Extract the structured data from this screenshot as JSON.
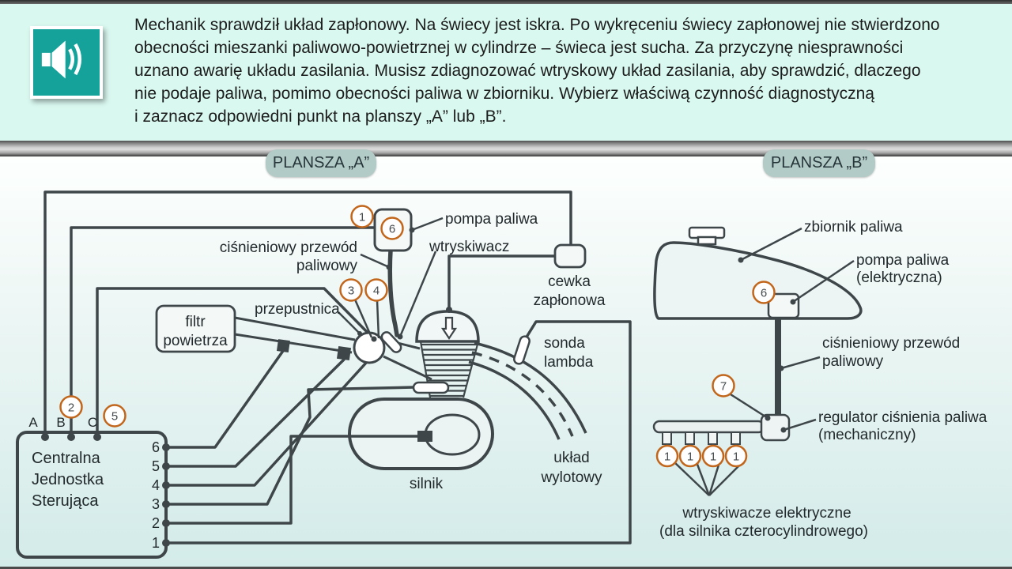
{
  "header": {
    "task_lines": [
      "Mechanik sprawdził układ zapłonowy. Na świecy jest iskra. Po wykręceniu świecy zapłonowej nie stwierdzono",
      "obecności mieszanki paliwowo-powietrznej w cylindrze – świeca jest sucha. Za przyczynę niesprawności",
      "uznano awarię układu zasilania. Musisz zdiagnozować wtryskowy układ zasilania, aby sprawdzić, dlaczego",
      "nie podaje paliwa, pomimo obecności paliwa w zbiorniku. Wybierz właściwą czynność diagnostyczną",
      "i zaznacz odpowiedni punkt na planszy „A” lub „B”."
    ],
    "audio_icon": "speaker-icon"
  },
  "colors": {
    "accent_teal": "#14a29a",
    "header_bg": "#d9f8ef",
    "tab_bg": "#b3cbc6",
    "wire": "#3e464a",
    "marker_orange": "#c2661c"
  },
  "board_a": {
    "title": "PLANSZA „A”",
    "labels": {
      "pompa_paliwa": "pompa paliwa",
      "wtryskiwacz": "wtryskiwacz",
      "cisnieniowy_1": "ciśnieniowy przewód",
      "cisnieniowy_2": "paliwowy",
      "przepustnica": "przepustnica",
      "filtr_1": "filtr",
      "filtr_2": "powietrza",
      "cewka_1": "cewka",
      "cewka_2": "zapłonowa",
      "sonda_1": "sonda",
      "sonda_2": "lambda",
      "uklad_1": "układ",
      "uklad_2": "wylotowy",
      "silnik": "silnik",
      "ecu_1": "Centralna",
      "ecu_2": "Jednostka",
      "ecu_3": "Sterująca"
    },
    "terminals": [
      "A",
      "B",
      "C"
    ],
    "pins": [
      "6",
      "5",
      "4",
      "3",
      "2",
      "1"
    ],
    "markers": [
      "1",
      "6",
      "3",
      "4",
      "2",
      "5"
    ]
  },
  "board_b": {
    "title": "PLANSZA „B”",
    "labels": {
      "zbiornik": "zbiornik paliwa",
      "pompa_1": "pompa paliwa",
      "pompa_2": "(elektryczna)",
      "przewod_1": "ciśnieniowy przewód",
      "przewod_2": "paliwowy",
      "regulator_1": "regulator ciśnienia paliwa",
      "regulator_2": "(mechaniczny)",
      "wtryskiwacze_1": "wtryskiwacze elektryczne",
      "wtryskiwacze_2": "(dla silnika czterocylindrowego)"
    },
    "markers": [
      "6",
      "7",
      "1",
      "1",
      "1",
      "1"
    ]
  }
}
